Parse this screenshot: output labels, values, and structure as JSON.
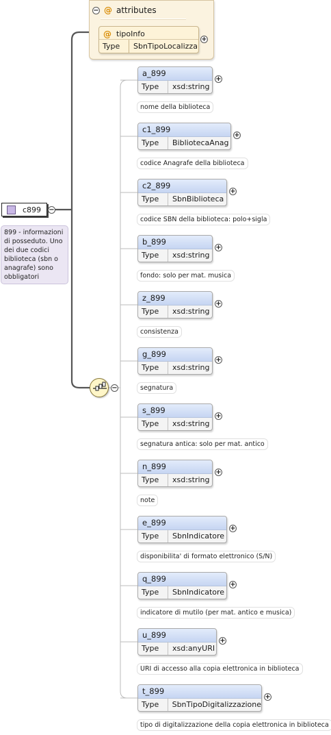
{
  "attributes": {
    "title": "attributes",
    "symbol": "@",
    "item": {
      "name": "tipoInfo",
      "type_label": "Type",
      "type_value": "SbnTipoLocalizza"
    }
  },
  "root": {
    "name": "c899",
    "doc": "899 - informazioni\ndi posseduto. Uno\ndei due codici\nbiblioteca (sbn o\nanagrafe) sono\nobbligatori"
  },
  "type_label": "Type",
  "elements": [
    {
      "name": "a_899",
      "type": "xsd:string",
      "doc": "nome della biblioteca"
    },
    {
      "name": "c1_899",
      "type": "BibliotecaAnag",
      "doc": "codice Anagrafe della biblioteca"
    },
    {
      "name": "c2_899",
      "type": "SbnBiblioteca",
      "doc": "codice SBN della biblioteca: polo+sigla"
    },
    {
      "name": "b_899",
      "type": "xsd:string",
      "doc": "fondo: solo per mat. musica"
    },
    {
      "name": "z_899",
      "type": "xsd:string",
      "doc": "consistenza"
    },
    {
      "name": "g_899",
      "type": "xsd:string",
      "doc": "segnatura"
    },
    {
      "name": "s_899",
      "type": "xsd:string",
      "doc": "segnatura antica: solo per mat. antico"
    },
    {
      "name": "n_899",
      "type": "xsd:string",
      "doc": "note"
    },
    {
      "name": "e_899",
      "type": "SbnIndicatore",
      "doc": "disponibilita' di formato elettronico (S/N)"
    },
    {
      "name": "q_899",
      "type": "SbnIndicatore",
      "doc": "indicatore di mutilo (per mat. antico e musica)"
    },
    {
      "name": "u_899",
      "type": "xsd:anyURI",
      "doc": "URI di accesso alla copia elettronica in biblioteca"
    },
    {
      "name": "t_899",
      "type": "SbnTipoDigitalizzazione",
      "doc": "tipo di digitalizzazione della copia elettronica in biblioteca"
    }
  ],
  "colors": {
    "line": "#444444",
    "element_header": "#c6d5f2",
    "attribute_bg": "#fbf3e0",
    "root_doc_bg": "#ebe6f3",
    "compositor_bg": "#fff6c8"
  }
}
